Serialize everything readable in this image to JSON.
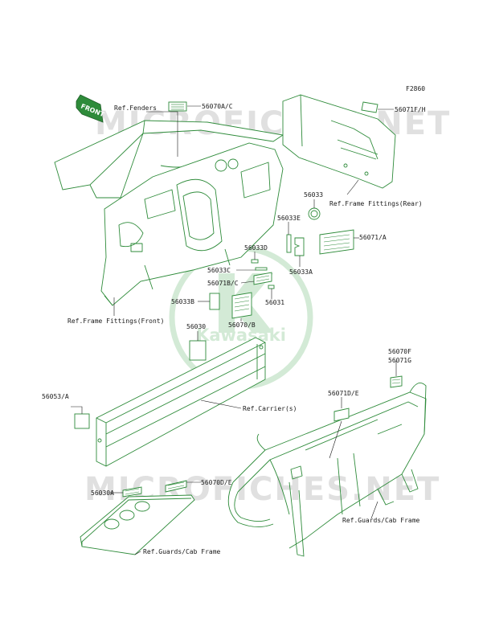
{
  "figure_code": "F2860",
  "watermark": {
    "text": "MICROFICHES.NET",
    "logo_text": "Kawasaki"
  },
  "front_sign": "FRONT",
  "labels": {
    "ref_fenders": "Ref.Fenders",
    "p56070AC": "56070A/C",
    "p56071FH": "56071F/H",
    "ref_frame_rear": "Ref.Frame Fittings(Rear)",
    "p56033": "56033",
    "p56033E": "56033E",
    "p56071A": "56071/A",
    "p56033A": "56033A",
    "p56033D": "56033D",
    "p56033C": "56033C",
    "p56071BC": "56071B/C",
    "p56033B": "56033B",
    "p56031": "56031",
    "p56070B": "56070/B",
    "p56030": "56030",
    "ref_frame_front": "Ref.Frame Fittings(Front)",
    "p56070F": "56070F",
    "p56071G": "56071G",
    "p56053A": "56053/A",
    "ref_carriers": "Ref.Carrier(s)",
    "p56071DE": "56071D/E",
    "p56030A": "56030A",
    "p56070DE": "56070D/E",
    "ref_guards_right": "Ref.Guards/Cab Frame",
    "ref_guards_left": "Ref.Guards/Cab Frame"
  }
}
